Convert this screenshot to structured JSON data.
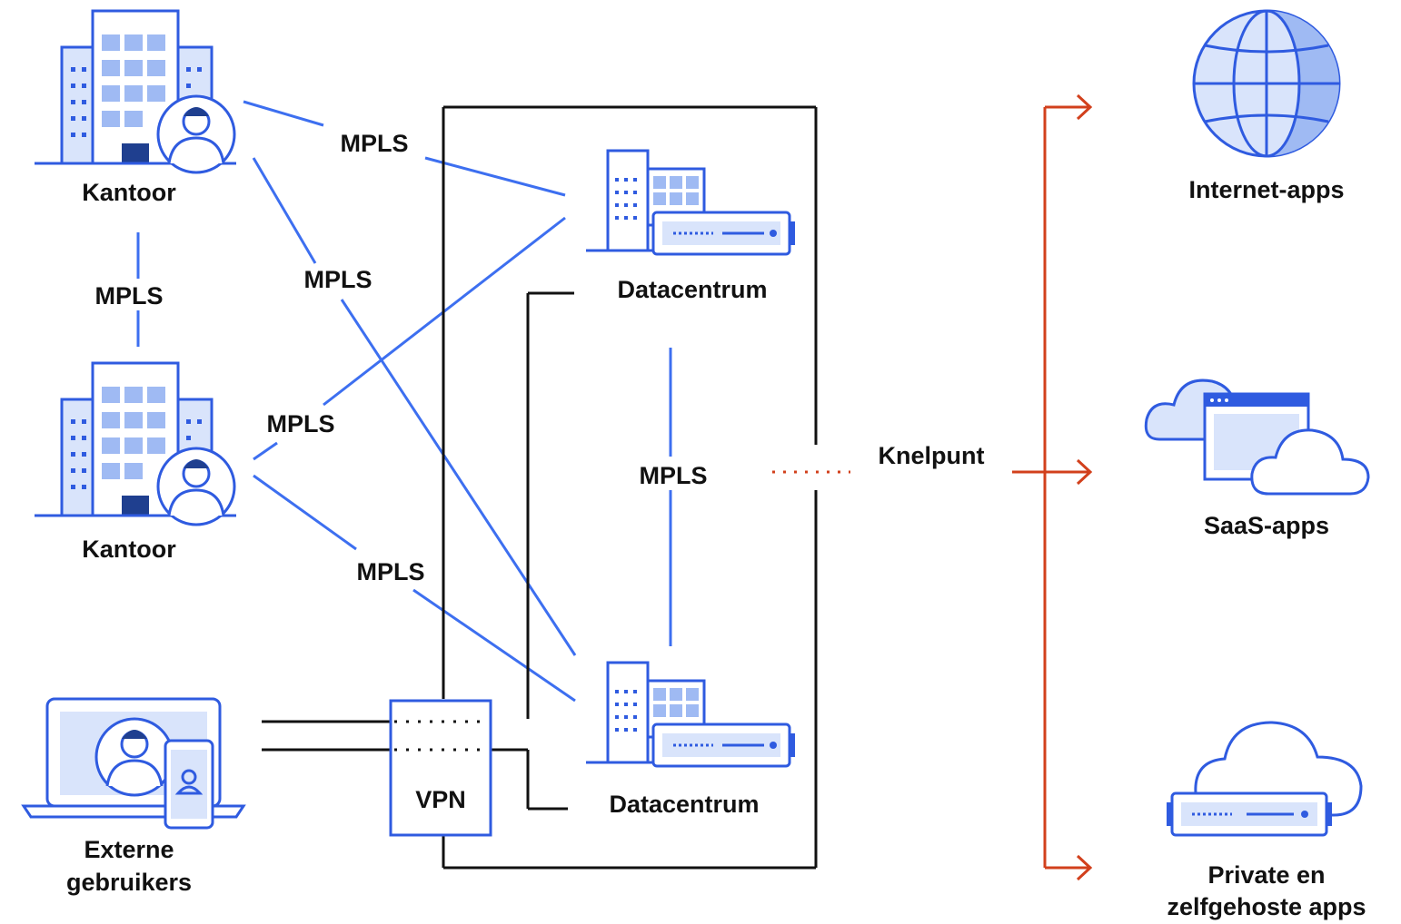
{
  "nodes": {
    "office_top": "Kantoor",
    "office_mid": "Kantoor",
    "external_users": [
      "Externe",
      "gebruikers"
    ],
    "dc_top": "Datacentrum",
    "dc_bottom": "Datacentrum",
    "vpn": "VPN",
    "bottleneck": "Knelpunt",
    "internet_apps": "Internet-apps",
    "saas_apps": "SaaS-apps",
    "private_apps": [
      "Private en",
      "zelfgehoste apps"
    ]
  },
  "links": {
    "office_top_dc_top": "MPLS",
    "office_top_office_mid": "MPLS",
    "office_top_dc_bottom": "MPLS",
    "office_mid_dc_top": "MPLS",
    "office_mid_dc_bottom": "MPLS",
    "dc_top_dc_bottom": "MPLS"
  },
  "colors": {
    "link": "#3d6ff0",
    "icon_outline": "#2f5be0",
    "icon_fill": "#d9e4fb",
    "bottleneck_arrow": "#d2401c",
    "frame": "#111111"
  },
  "icons": {
    "office": "building-with-person-icon",
    "datacenter": "building-with-server-icon",
    "external_users": "laptop-and-phone-icon",
    "internet": "globe-icon",
    "saas": "cloud-browser-icon",
    "private": "cloud-server-icon"
  }
}
